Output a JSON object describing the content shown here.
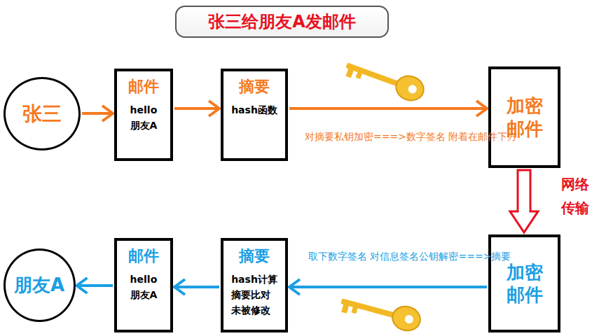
{
  "diagram": {
    "title": "张三给朋友A发邮件",
    "nodes": [
      {
        "text": [
          "张三"
        ]
      },
      {
        "text": [
          "邮件",
          "hello 朋友A"
        ]
      },
      {
        "text": [
          "摘要",
          "hash函数"
        ]
      },
      {
        "text": [
          "加密 邮件"
        ]
      },
      {
        "text": [
          "加密 邮件"
        ]
      },
      {
        "text": [
          "摘要",
          "hash计算 摘要比对 未被修改"
        ]
      },
      {
        "text": [
          "邮件",
          "hello 朋友A"
        ]
      },
      {
        "text": [
          "朋友A"
        ]
      }
    ],
    "edges": [
      {
        "from": 0,
        "to": 1,
        "arrow": "to"
      },
      {
        "from": 1,
        "to": 2,
        "arrow": "to"
      },
      {
        "from": 2,
        "to": 3,
        "arrow": "to",
        "label": "对摘要私钥加密===>数字签名 附着在邮件下方"
      },
      {
        "from": 3,
        "to": 4,
        "arrow": "to",
        "label": "网络 传输"
      },
      {
        "from": 4,
        "to": 5,
        "arrow": "to",
        "label": "取下数字签名 对信息签名公钥解密===>摘要"
      },
      {
        "from": 5,
        "to": 6,
        "arrow": "to"
      },
      {
        "from": 6,
        "to": 7,
        "arrow": "to"
      }
    ]
  }
}
